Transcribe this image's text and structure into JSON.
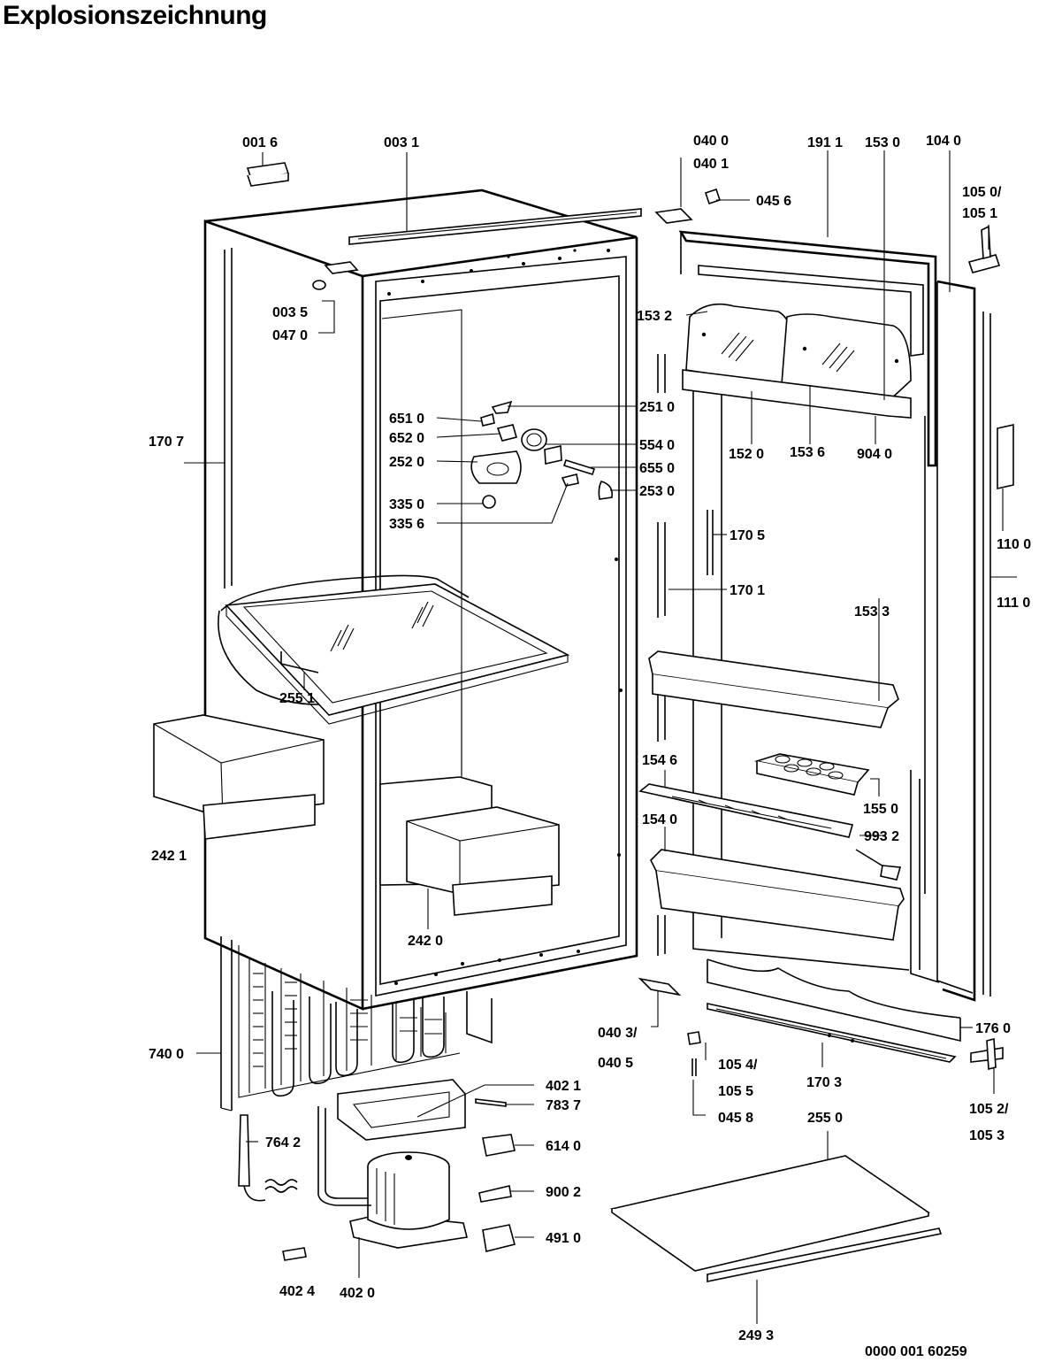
{
  "title": "Explosionszeichnung",
  "document_number": "0000 001 60259",
  "part_labels": {
    "p0016": "001 6",
    "p0031": "003 1",
    "p0035": "003 5",
    "p0470": "047 0",
    "p0400": "040 0",
    "p0401": "040 1",
    "p0456": "045 6",
    "p1911": "191 1",
    "p1530": "153 0",
    "p1040": "104 0",
    "p1050": "105 0/",
    "p1051": "105 1",
    "p1532": "153 2",
    "p1707": "170 7",
    "p6510": "651 0",
    "p6520": "652 0",
    "p2520": "252 0",
    "p3350": "335 0",
    "p3356": "335 6",
    "p2510": "251 0",
    "p5540": "554 0",
    "p6550": "655 0",
    "p2530": "253 0",
    "p1520": "152 0",
    "p1536": "153 6",
    "p9040": "904 0",
    "p1100": "110 0",
    "p1705": "170 5",
    "p1701": "170 1",
    "p1110": "111 0",
    "p1533": "153 3",
    "p2551": "255 1",
    "p1546": "154 6",
    "p1550": "155 0",
    "p1540": "154 0",
    "p9932": "993 2",
    "p2421": "242 1",
    "p2420": "242 0",
    "p0403": "040 3/",
    "p0405": "040 5",
    "p1054": "105 4/",
    "p1055": "105 5",
    "p0458": "045 8",
    "p1760": "176 0",
    "p1703": "170 3",
    "p1052": "105 2/",
    "p1053": "105 3",
    "p7400": "740 0",
    "p4021": "402 1",
    "p7837": "783 7",
    "p7642": "764 2",
    "p6140": "614 0",
    "p9002": "900 2",
    "p4910": "491 0",
    "p4024": "402 4",
    "p4020": "402 0",
    "p2550": "255 0",
    "p2493": "249 3"
  }
}
